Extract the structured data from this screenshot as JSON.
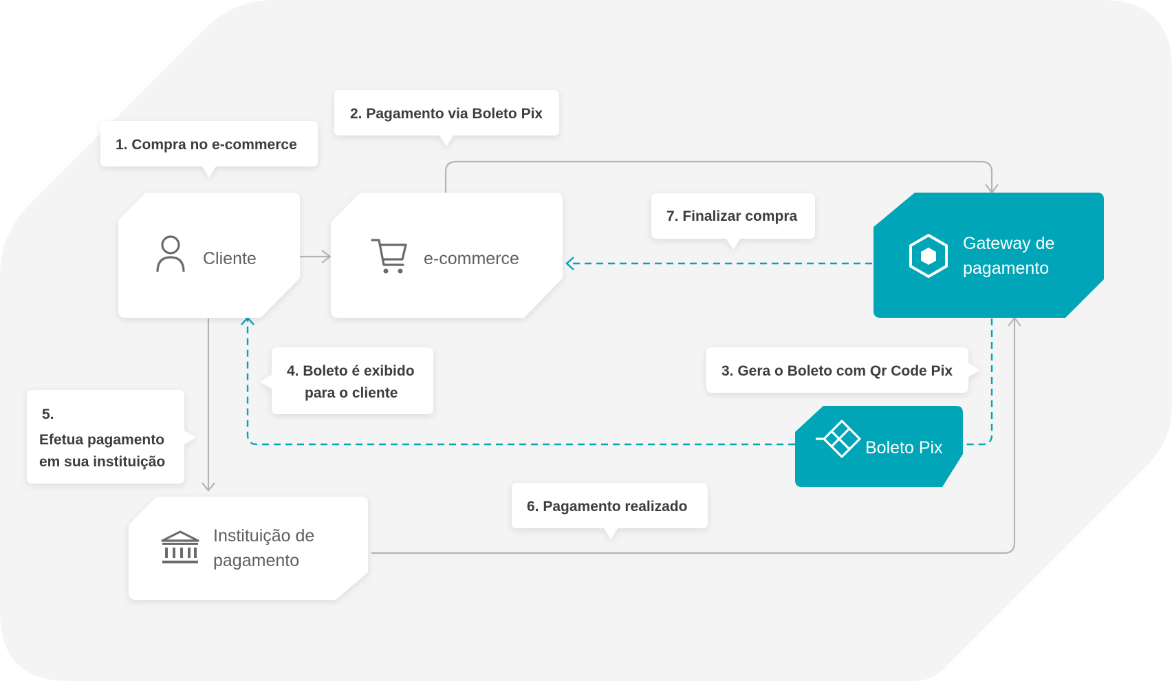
{
  "nodes": {
    "cliente": "Cliente",
    "ecommerce": "e-commerce",
    "gateway_line1": "Gateway de",
    "gateway_line2": "pagamento",
    "boleto_pix": "Boleto Pix",
    "instituicao_line1": "Instituição de",
    "instituicao_line2": "pagamento"
  },
  "steps": {
    "s1": "1. Compra no e-commerce",
    "s2": "2. Pagamento via Boleto Pix",
    "s3": "3. Gera o Boleto com Qr Code Pix",
    "s4_line1": "4. Boleto é exibido",
    "s4_line2": "para o cliente",
    "s5_num": "5.",
    "s5_line1": "Efetua pagamento",
    "s5_line2": "em sua instituição",
    "s6": "6. Pagamento realizado",
    "s7": "7. Finalizar compra"
  },
  "icons": {
    "cliente": "person-icon",
    "ecommerce": "shopping-cart-icon",
    "gateway": "cube-icon",
    "boleto_pix": "pix-icon",
    "instituicao": "bank-icon"
  },
  "colors": {
    "background_blob": "#f4f4f4",
    "node_fill": "#ffffff",
    "accent_teal": "#00a5b8",
    "connector_gray": "#b5b5b5",
    "callout_text": "#3d3d3d",
    "node_text": "#5f5f5f"
  }
}
